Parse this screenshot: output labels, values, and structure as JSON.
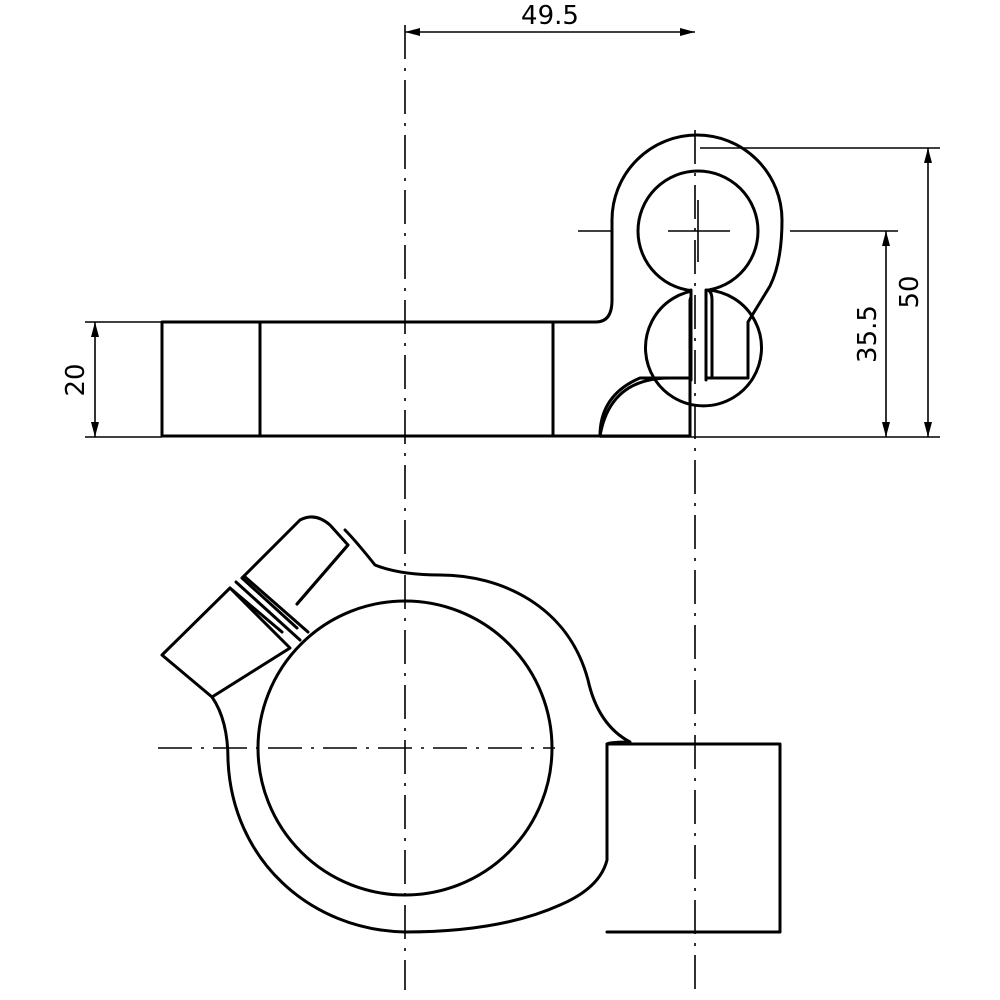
{
  "drawing": {
    "colors": {
      "line": "#000000",
      "background": "#ffffff"
    },
    "dimensions": {
      "horizontal_offset": "49.5",
      "total_height": "50",
      "center_height": "35.5",
      "base_thickness": "20"
    }
  }
}
